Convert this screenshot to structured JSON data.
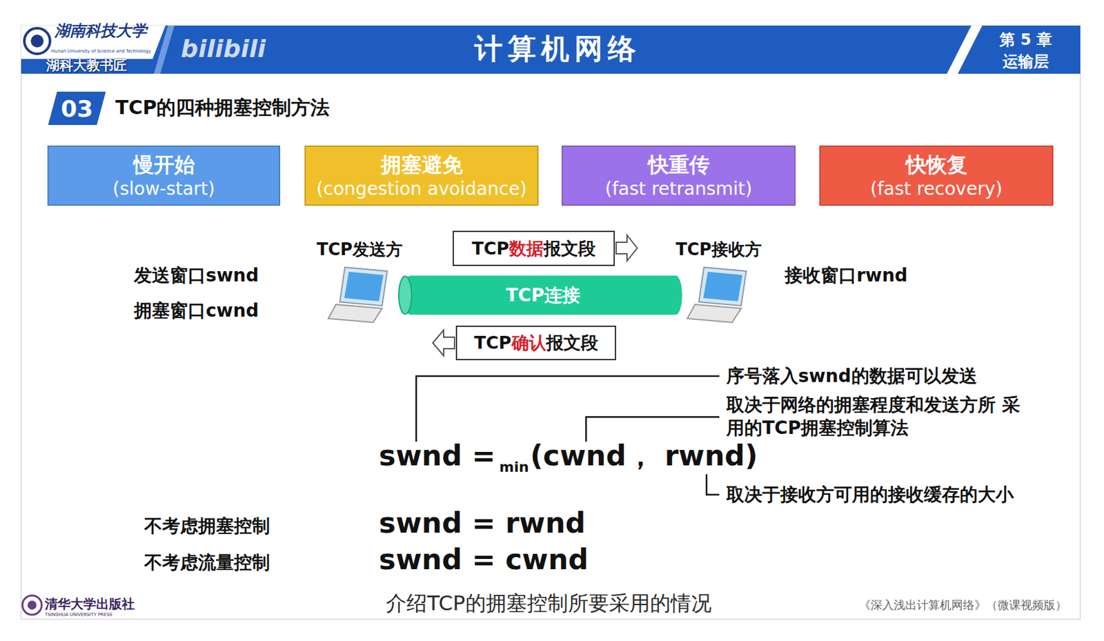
{
  "diagram": {
    "title": "计算机网络",
    "caption": "介绍TCP的拥塞控制所要采用的情况",
    "nodes": [
      {
        "text": [
          "03"
        ]
      },
      {
        "text": [
          "慢开始",
          "(slow-start)"
        ]
      },
      {
        "text": [
          "拥塞避免",
          "(congestion avoidance)"
        ]
      },
      {
        "text": [
          "快重传",
          "(fast retransmit)"
        ]
      },
      {
        "text": [
          "快恢复",
          "(fast recovery)"
        ]
      },
      {
        "text": [
          "TCP数据报文段"
        ]
      },
      {
        "text": [
          "TCP连接"
        ]
      },
      {
        "text": [
          "TCP确认报文段"
        ]
      }
    ],
    "labels": [
      "湖南科技大学",
      "Hunan University of Science and Technology",
      "湖科大教书匠",
      "bilibili",
      "第 5 章",
      "运输层",
      "TCP的四种拥塞控制方法",
      "TCP发送方",
      "TCP接收方",
      "发送窗口swnd",
      "拥塞窗口cwnd",
      "接收窗口rwnd",
      "序号落入swnd的数据可以发送",
      "取决于网络的拥塞程度和发送方所 采用的TCP拥塞控制算法",
      "swnd =",
      "min",
      "(cwnd，",
      "rwnd)",
      "取决于接收方可用的接收缓存的大小",
      "不考虑拥塞控制",
      "不考虑流量控制",
      "swnd = rwnd",
      "swnd = cwnd",
      "清华大学出版社",
      "TSINGHUA UNIVERSITY PRESS",
      "《深入浅出计算机网络》（微课视频版）"
    ]
  }
}
